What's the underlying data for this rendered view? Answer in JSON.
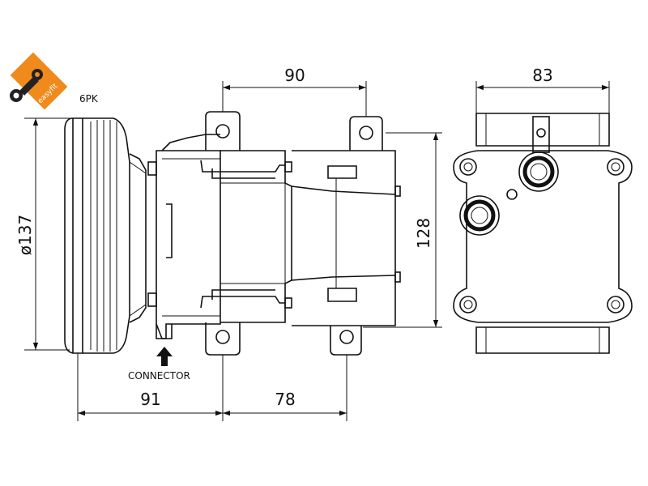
{
  "brand": {
    "logo_text": "easyfit",
    "logo_color": "#f08a1c"
  },
  "labels": {
    "belt": "6PK",
    "connector": "CONNECTOR"
  },
  "dimensions": {
    "body_top": "90",
    "rear_width": "83",
    "pulley_diameter": "ø137",
    "body_height": "128",
    "front_offset": "91",
    "body_bottom": "78"
  }
}
